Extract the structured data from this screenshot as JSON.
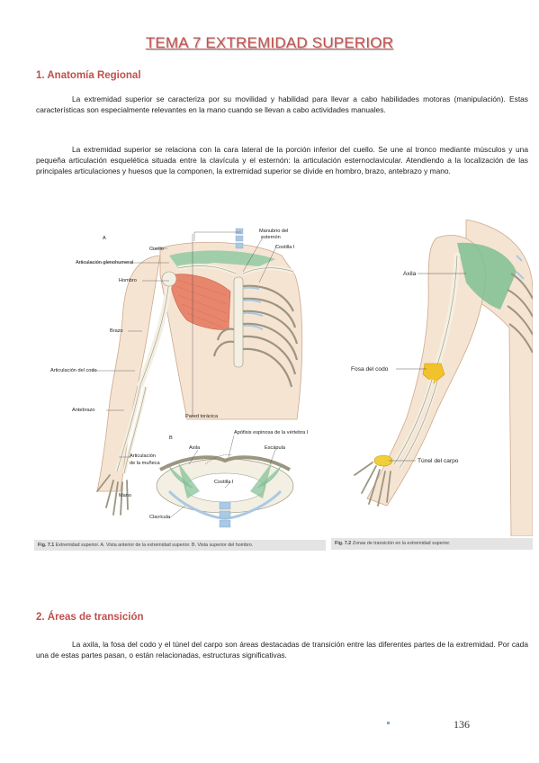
{
  "title": "TEMA 7 EXTREMIDAD SUPERIOR",
  "section1": {
    "heading": "1. Anatomía Regional",
    "p1": "La extremidad superior se caracteriza por su movilidad y habilidad para llevar a cabo habilidades motoras (manipulación). Estas características son especialmente relevantes en la mano cuando se llevan a cabo actividades manuales.",
    "p2": "La extremidad superior se relaciona con la cara lateral de la porción inferior del cuello. Se une al tronco mediante músculos y una pequeña articulación esquelética situada entre la clavícula y el esternón: la articulación esternoclavicular. Atendiendo a la localización de las principales articulaciones y huesos que la componen, la extremidad superior se divide en hombro, brazo, antebrazo y mano."
  },
  "figure1": {
    "labels": {
      "a": "A",
      "cuello": "Cuello",
      "art_glenohumeral": "Articulación glenohumeral",
      "hombro": "Hombro",
      "brazo": "Brazo",
      "art_codo": "Articulación del codo",
      "antebrazo": "Antebrazo",
      "art_muneca_1": "Articulación",
      "art_muneca_2": "de la muñeca",
      "mano": "Mano",
      "manubrio_1": "Manubrio del",
      "manubrio_2": "esternón",
      "costilla_top": "Costilla I",
      "pared_toracica": "Pared torácica",
      "b": "B",
      "axila_b": "Axila",
      "apofisis": "Apófisis espinosa de la vértebra I",
      "escapula": "Escápula",
      "costilla_b": "Costilla I",
      "clavicula": "Clavícula"
    },
    "caption_num": "Fig. 7.1",
    "caption_text": "Extremidad superior. A. Vista anterior de la extremidad superior. B. Vista superior del hombro."
  },
  "figure2": {
    "labels": {
      "axila": "Axila",
      "fosa_codo": "Fosa del codo",
      "tunel_carpo": "Túnel del carpo"
    },
    "caption_num": "Fig. 7.2",
    "caption_text": "Zonas de transición en la extremidad superior."
  },
  "section2": {
    "heading": "2. Áreas de transición",
    "p1": "La axila, la fosa del codo y el túnel del carpo son áreas destacadas de transición entre las diferentes partes de la extremidad. Por cada una de estas partes pasan, o están relacionadas, estructuras significativas."
  },
  "page_number": "136",
  "colors": {
    "heading": "#c0504d",
    "muscle": "#e8866d",
    "bone": "#f3efe2",
    "cartilage": "#a9c9e4",
    "axilla": "#7fbf92",
    "elbow_fossa": "#f2c22d",
    "carpal_tunnel": "#f0cf3a",
    "skin": "#f3dcc7"
  }
}
